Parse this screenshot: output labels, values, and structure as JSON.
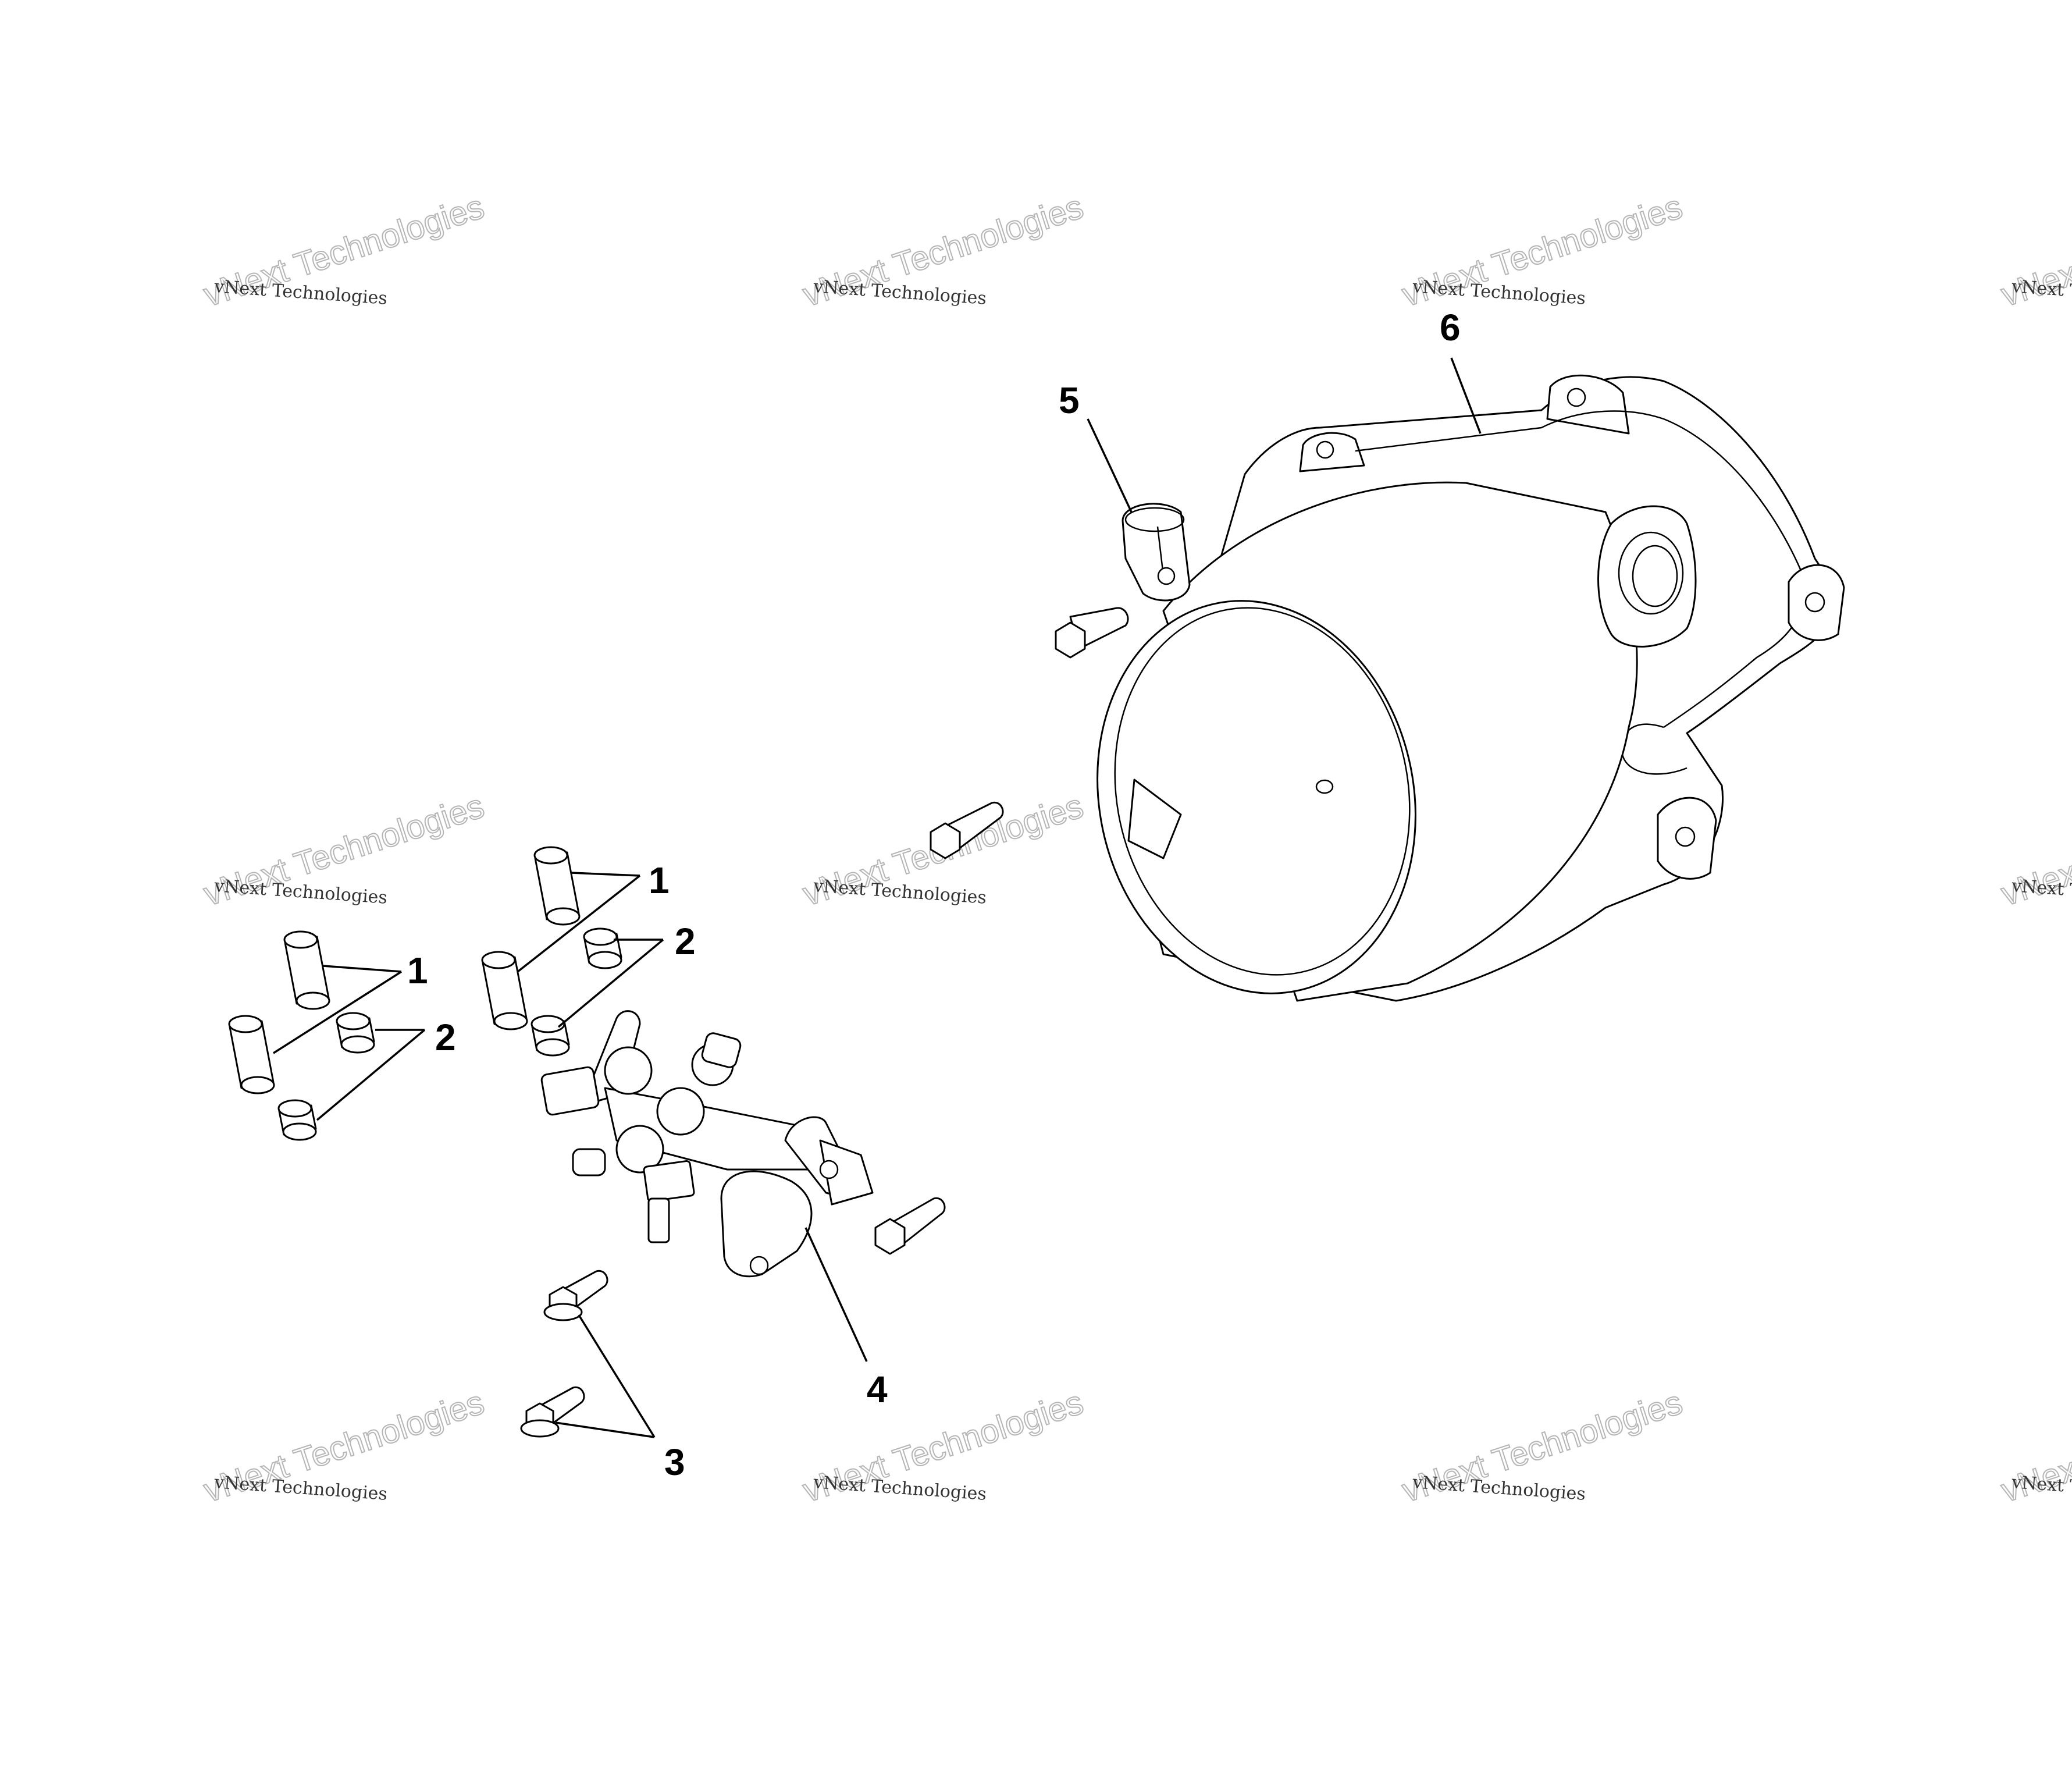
{
  "watermark": {
    "line1": "vNext Technologies",
    "line2": "vNext Technologies"
  },
  "callouts": {
    "c1a": "1",
    "c1b": "1",
    "c2a": "2",
    "c2b": "2",
    "c3": "3",
    "c4": "4",
    "c5": "5",
    "c6": "6"
  }
}
